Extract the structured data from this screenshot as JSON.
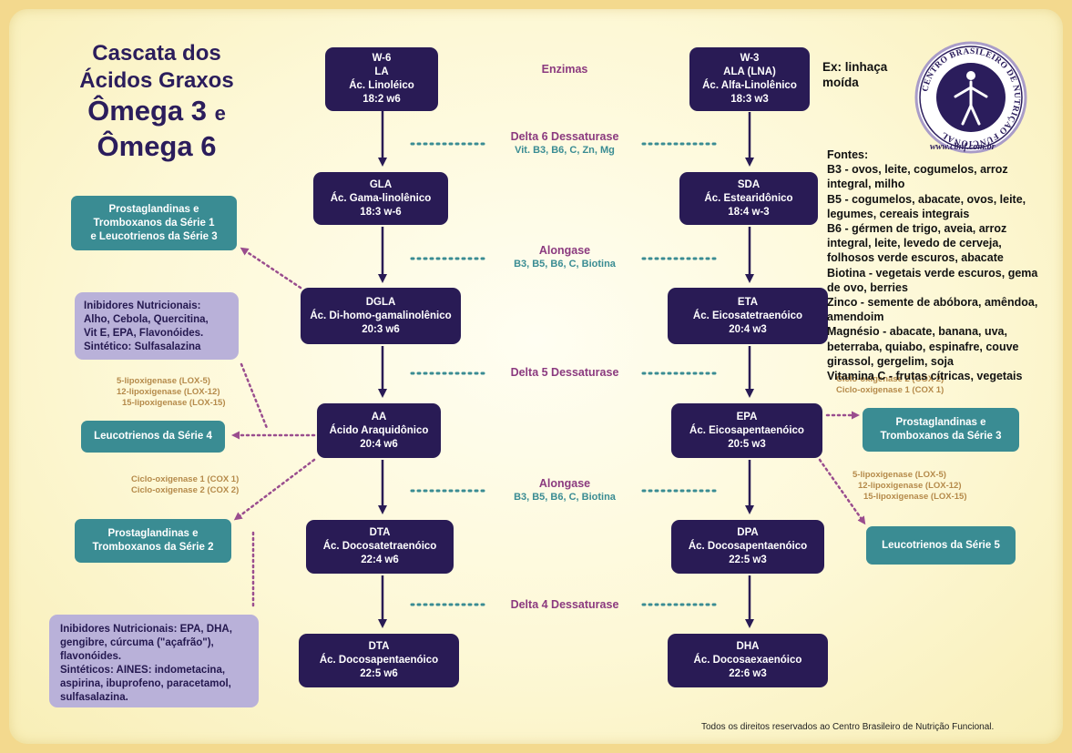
{
  "title": {
    "line1": "Cascata dos",
    "line2": "Ácidos Graxos",
    "line3a": "Ômega 3",
    "line3b": "e",
    "line4": "Ômega 6"
  },
  "w6_column": [
    {
      "lines": [
        "W-6",
        "LA",
        "Ác. Linoléico",
        "18:2 w6"
      ]
    },
    {
      "lines": [
        "GLA",
        "Ác. Gama-linolênico",
        "18:3 w-6"
      ]
    },
    {
      "lines": [
        "DGLA",
        "Ác. Di-homo-gamalinolênico",
        "20:3 w6"
      ]
    },
    {
      "lines": [
        "AA",
        "Ácido Araquidônico",
        "20:4 w6"
      ]
    },
    {
      "lines": [
        "DTA",
        "Ác. Docosatetraenóico",
        "22:4 w6"
      ]
    },
    {
      "lines": [
        "DTA",
        "Ác. Docosapentaenóico",
        "22:5 w6"
      ]
    }
  ],
  "w3_column": [
    {
      "lines": [
        "W-3",
        "ALA (LNA)",
        "Ác. Alfa-Linolênico",
        "18:3 w3"
      ]
    },
    {
      "lines": [
        "SDA",
        "Ác. Estearidônico",
        "18:4 w-3"
      ]
    },
    {
      "lines": [
        "ETA",
        "Ác. Eicosatetraenóico",
        "20:4 w3"
      ]
    },
    {
      "lines": [
        "EPA",
        "Ác. Eicosapentaenóico",
        "20:5 w3"
      ]
    },
    {
      "lines": [
        "DPA",
        "Ác. Docosapentaenóico",
        "22:5 w3"
      ]
    },
    {
      "lines": [
        "DHA",
        "Ác. Docosaexaenóico",
        "22:6 w3"
      ]
    }
  ],
  "enzymes": {
    "header": "Enzimas",
    "d6": {
      "name": "Delta 6 Dessaturase",
      "cofactors": "Vit. B3, B6, C, Zn, Mg"
    },
    "elong1": {
      "name": "Alongase",
      "cofactors": "B3, B5, B6, C, Biotina"
    },
    "d5": {
      "name": "Delta 5 Dessaturase"
    },
    "elong2": {
      "name": "Alongase",
      "cofactors": "B3, B5, B6, C, Biotina"
    },
    "d4": {
      "name": "Delta 4 Dessaturase"
    }
  },
  "side_boxes": {
    "pg_series1": [
      "Prostaglandinas e",
      "Tromboxanos da Série 1",
      "e Leucotrienos da Série 3"
    ],
    "leuco4": [
      "Leucotrienos da Série 4"
    ],
    "pg_series2": [
      "Prostaglandinas e",
      "Tromboxanos da Série 2"
    ],
    "pg_series3": [
      "Prostaglandinas e",
      "Tromboxanos da Série 3"
    ],
    "leuco5": [
      "Leucotrienos da Série 5"
    ]
  },
  "inhibitors": {
    "box1": [
      "Inibidores Nutricionais:",
      "Alho, Cebola, Quercitina,",
      "Vit E, EPA, Flavonóides.",
      "Sintético: Sulfasalazina"
    ],
    "box2": [
      "Inibidores Nutricionais: EPA, DHA,",
      "gengibre, cúrcuma (\"açafrão\"),",
      "flavonóides.",
      "Sintéticos: AINES: indometacina,",
      "aspirina, ibuprofeno, paracetamol,",
      "sulfasalazina."
    ]
  },
  "side_enzymes": {
    "lox_left": [
      "5-lipoxigenase   (LOX-5)",
      "12-lipoxigenase (LOX-12)",
      "15-lipoxigenase (LOX-15)"
    ],
    "cox_left": [
      "Ciclo-oxigenase 1 (COX 1)",
      "Ciclo-oxigenase 2 (COX 2)"
    ],
    "cox_right": [
      "Ciclo-oxigenase 2 (COX 2)",
      "Ciclo-oxigenase 1 (COX 1)"
    ],
    "lox_right": [
      "5-lipoxigenase   (LOX-5)",
      "12-lipoxigenase (LOX-12)",
      "15-lipoxigenase (LOX-15)"
    ]
  },
  "example_note": [
    "Ex: linhaça",
    "moída"
  ],
  "logo": {
    "ring_text": "CENTRO BRASILEIRO DE NUTRIÇÃO FUNCIONAL",
    "url": "www.cbnf.com.br"
  },
  "sources": [
    "Fontes:",
    "B3 - ovos, leite, cogumelos, arroz",
    "integral, milho",
    "B5 - cogumelos, abacate, ovos, leite,",
    "legumes, cereais integrais",
    "B6 - gérmen de trigo, aveia, arroz",
    "integral, leite, levedo de cerveja,",
    "folhosos verde escuros, abacate",
    "Biotina - vegetais verde escuros, gema",
    "de ovo, berries",
    "Zinco - semente de abóbora, amêndoa,",
    "amendoim",
    "Magnésio - abacate, banana, uva,",
    "beterraba, quiabo, espinafre, couve",
    "girassol, gergelim, soja",
    "Vitamina C - frutas cítricas, vegetais"
  ],
  "footer": "Todos os direitos reservados ao Centro Brasileiro de Nutrição Funcional.",
  "colors": {
    "node": "#291b55",
    "teal": "#3a8c93",
    "lavender": "#b9b1d9",
    "purple": "#8b3a7f",
    "tan": "#b58a4a",
    "arrow_dotted": "#9a4d8e"
  }
}
